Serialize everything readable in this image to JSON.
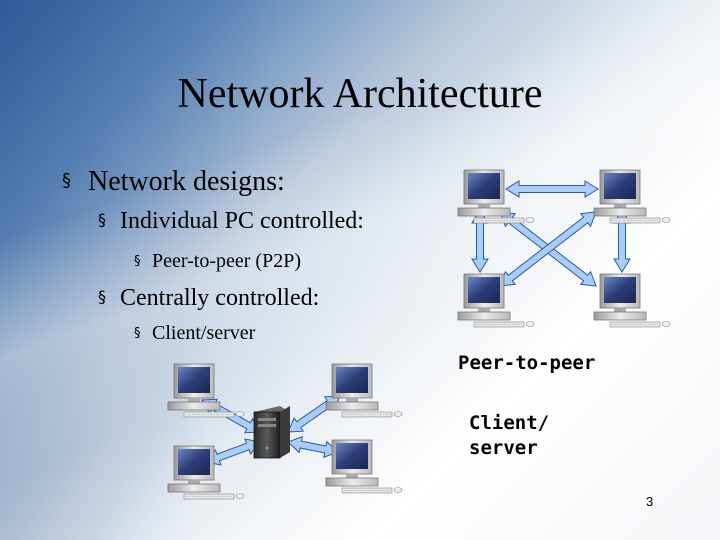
{
  "slide": {
    "title": "Network Architecture",
    "bullets": [
      {
        "level": 1,
        "text": "Network designs:"
      },
      {
        "level": 2,
        "text": "Individual PC controlled:"
      },
      {
        "level": 3,
        "text": "Peer-to-peer (P2P)"
      },
      {
        "level": 2,
        "text": "Centrally controlled:"
      },
      {
        "level": 3,
        "text": "Client/server"
      }
    ],
    "bullet_mark": "§",
    "captions": {
      "p2p": "Peer-to-peer",
      "client_server": "Client/\nserver"
    },
    "slide_number": "3"
  },
  "icons": {
    "computer": "desktop-computer-icon",
    "server": "server-tower-icon",
    "arrow": "double-arrow"
  },
  "colors": {
    "arrow_fill": "#a9cdf5",
    "arrow_stroke": "#2a5aa8",
    "monitor_screen": "#2b3d78",
    "monitor_body": "#d8d8d8"
  }
}
